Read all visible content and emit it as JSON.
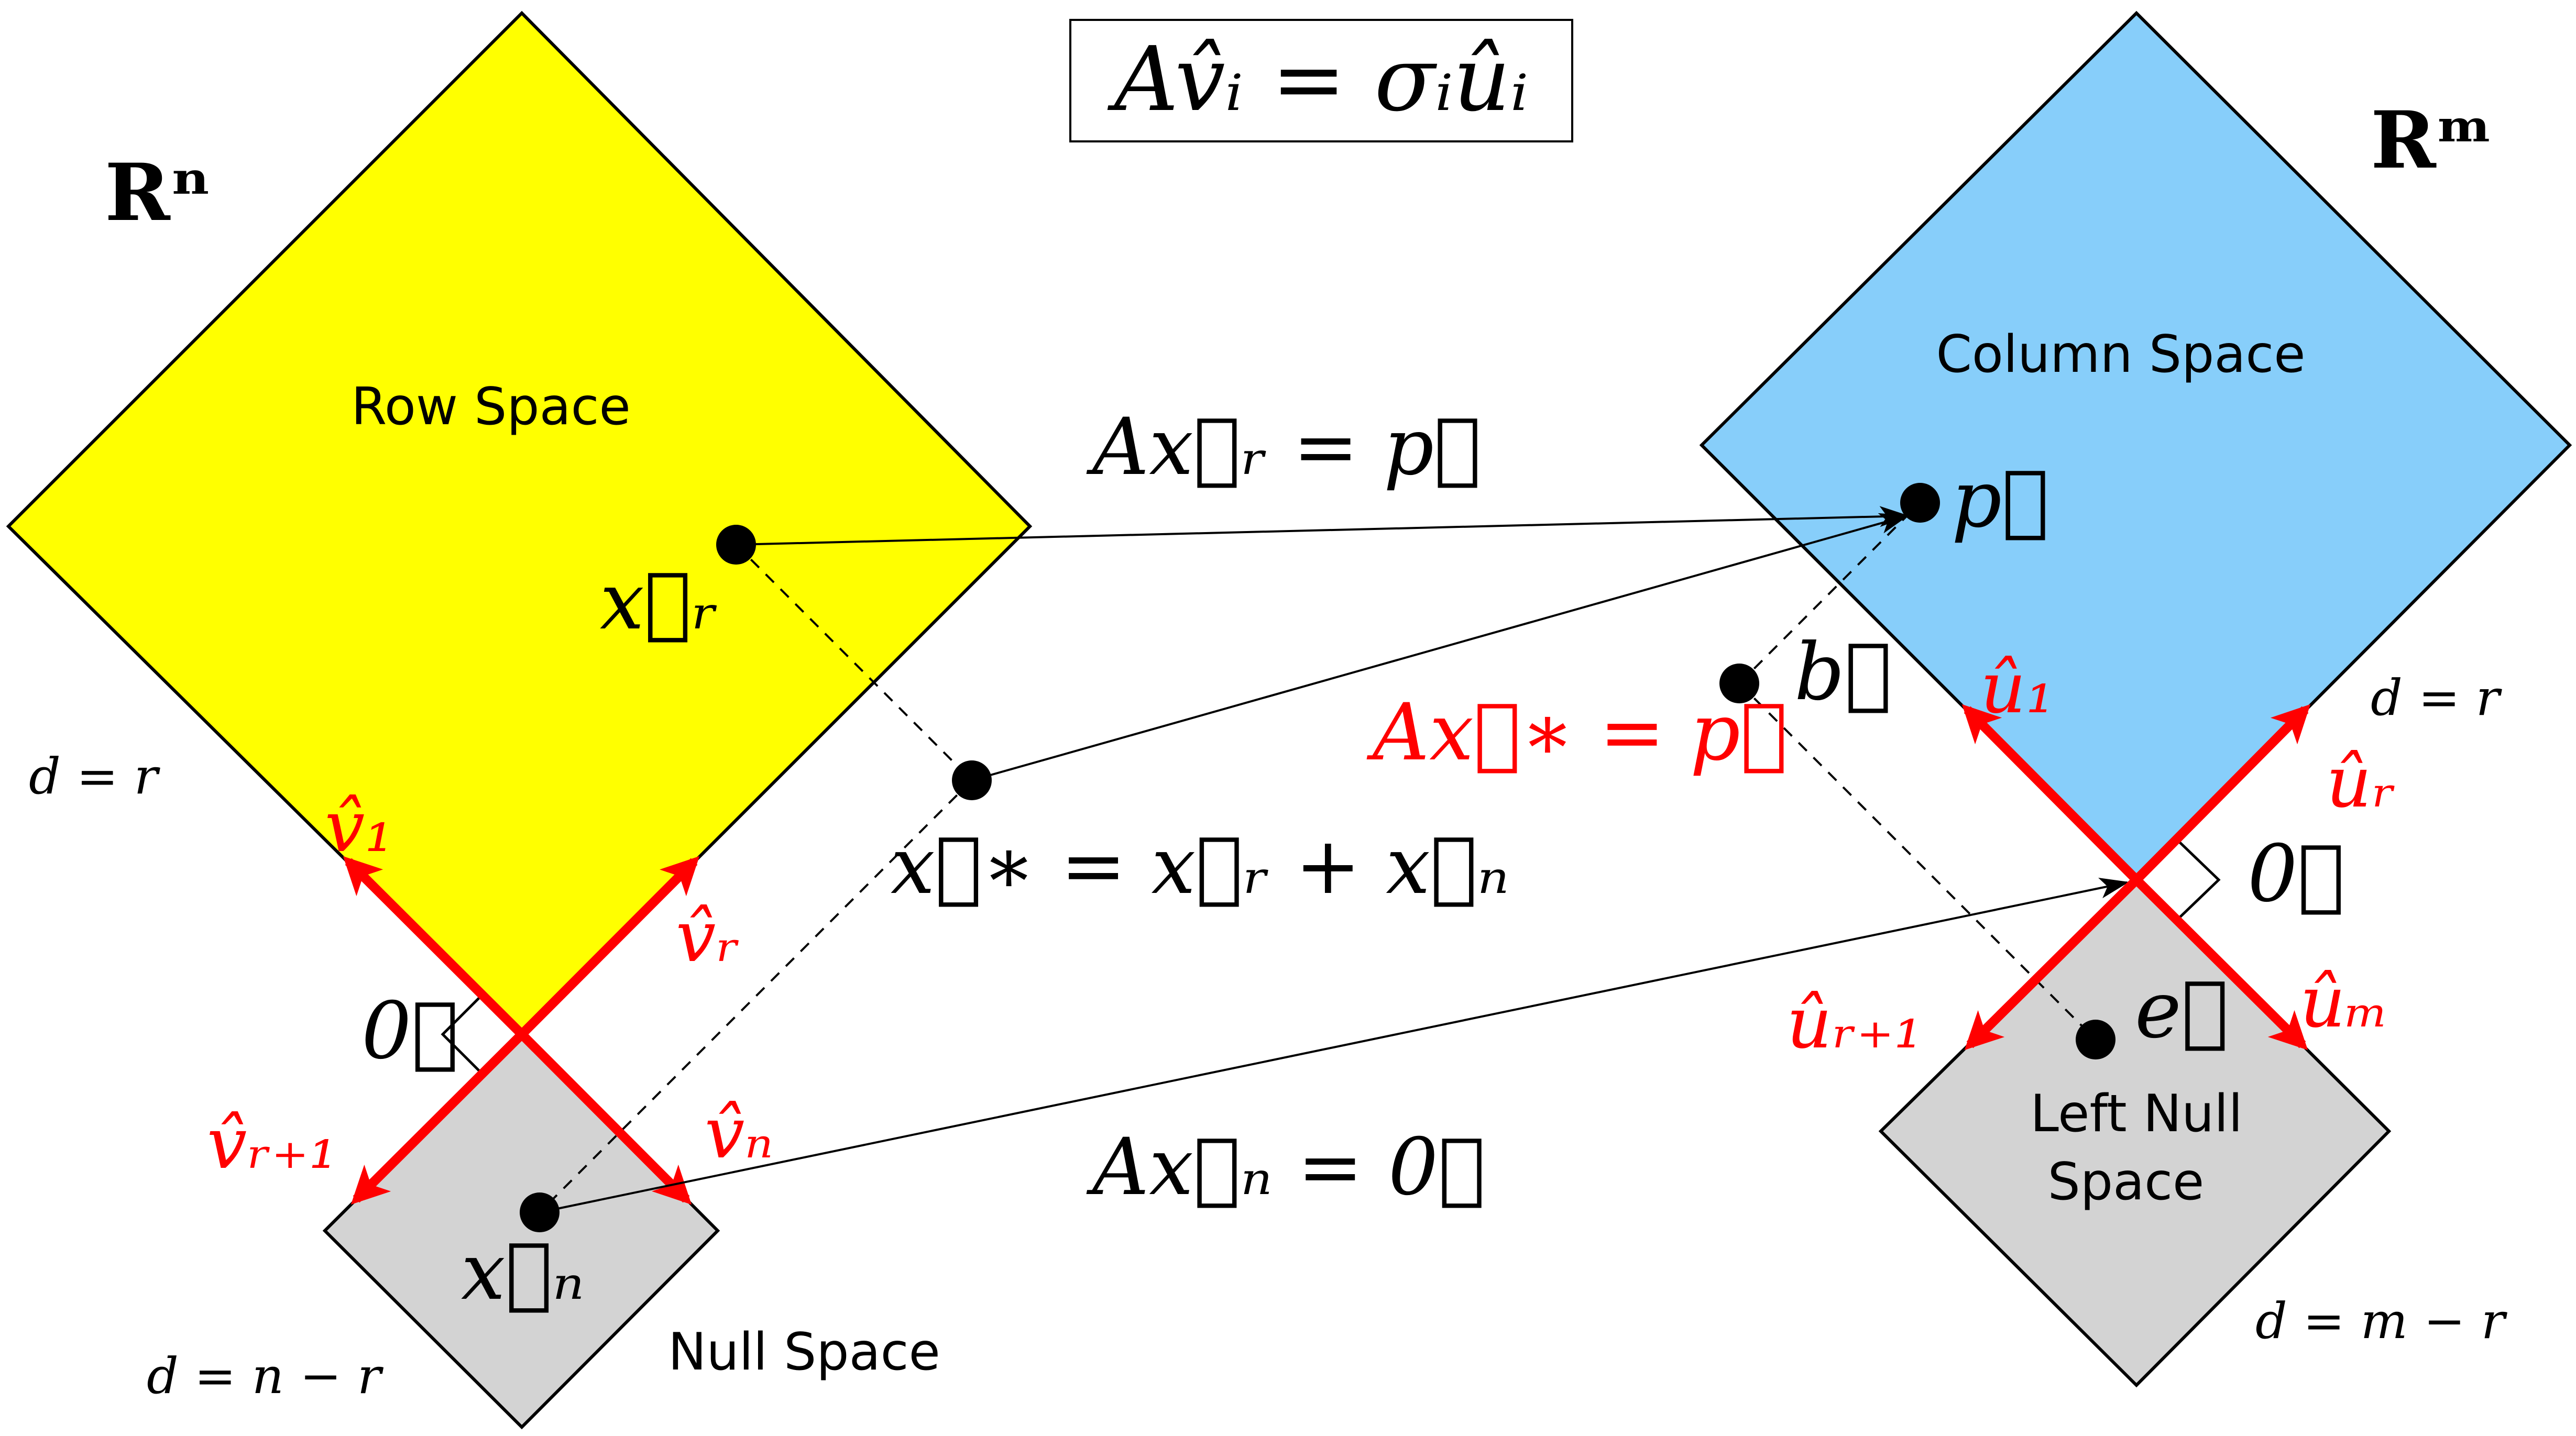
{
  "title_equation": "Av̂ᵢ = σᵢûᵢ",
  "colors": {
    "row_space": "#ffff00",
    "column_space": "#87cefa",
    "null_space": "#d3d3d3",
    "basis_arrows": "#ff0000",
    "outline": "#000000"
  },
  "domain_space": {
    "label": "Rⁿ",
    "row_space": {
      "label": "Row Space",
      "dimension": "d = r"
    },
    "null_space": {
      "label": "Null Space",
      "dimension": "d = n − r"
    },
    "origin": "0⃗",
    "basis": {
      "v1": "v̂₁",
      "vr": "v̂ᵣ",
      "vr1": "v̂ᵣ₊₁",
      "vn": "v̂ₙ"
    },
    "points": {
      "xr": "x⃗ᵣ",
      "xn": "x⃗ₙ",
      "xstar": "x⃗∗ = x⃗ᵣ + x⃗ₙ"
    }
  },
  "codomain_space": {
    "label": "Rᵐ",
    "column_space": {
      "label": "Column Space",
      "dimension": "d = r"
    },
    "left_null_space": {
      "label_line1": "Left Null",
      "label_line2": "Space",
      "dimension": "d = m − r"
    },
    "origin": "0⃗",
    "basis": {
      "u1": "û₁",
      "ur": "ûᵣ",
      "ur1": "ûᵣ₊₁",
      "um": "ûₘ"
    },
    "points": {
      "p": "p⃗",
      "b": "b⃗",
      "e": "e⃗"
    }
  },
  "mappings": {
    "row_to_column": "Ax⃗ᵣ = p⃗",
    "star_to_p": "Ax⃗∗ = p⃗",
    "null_to_zero": "Ax⃗ₙ = 0⃗"
  }
}
